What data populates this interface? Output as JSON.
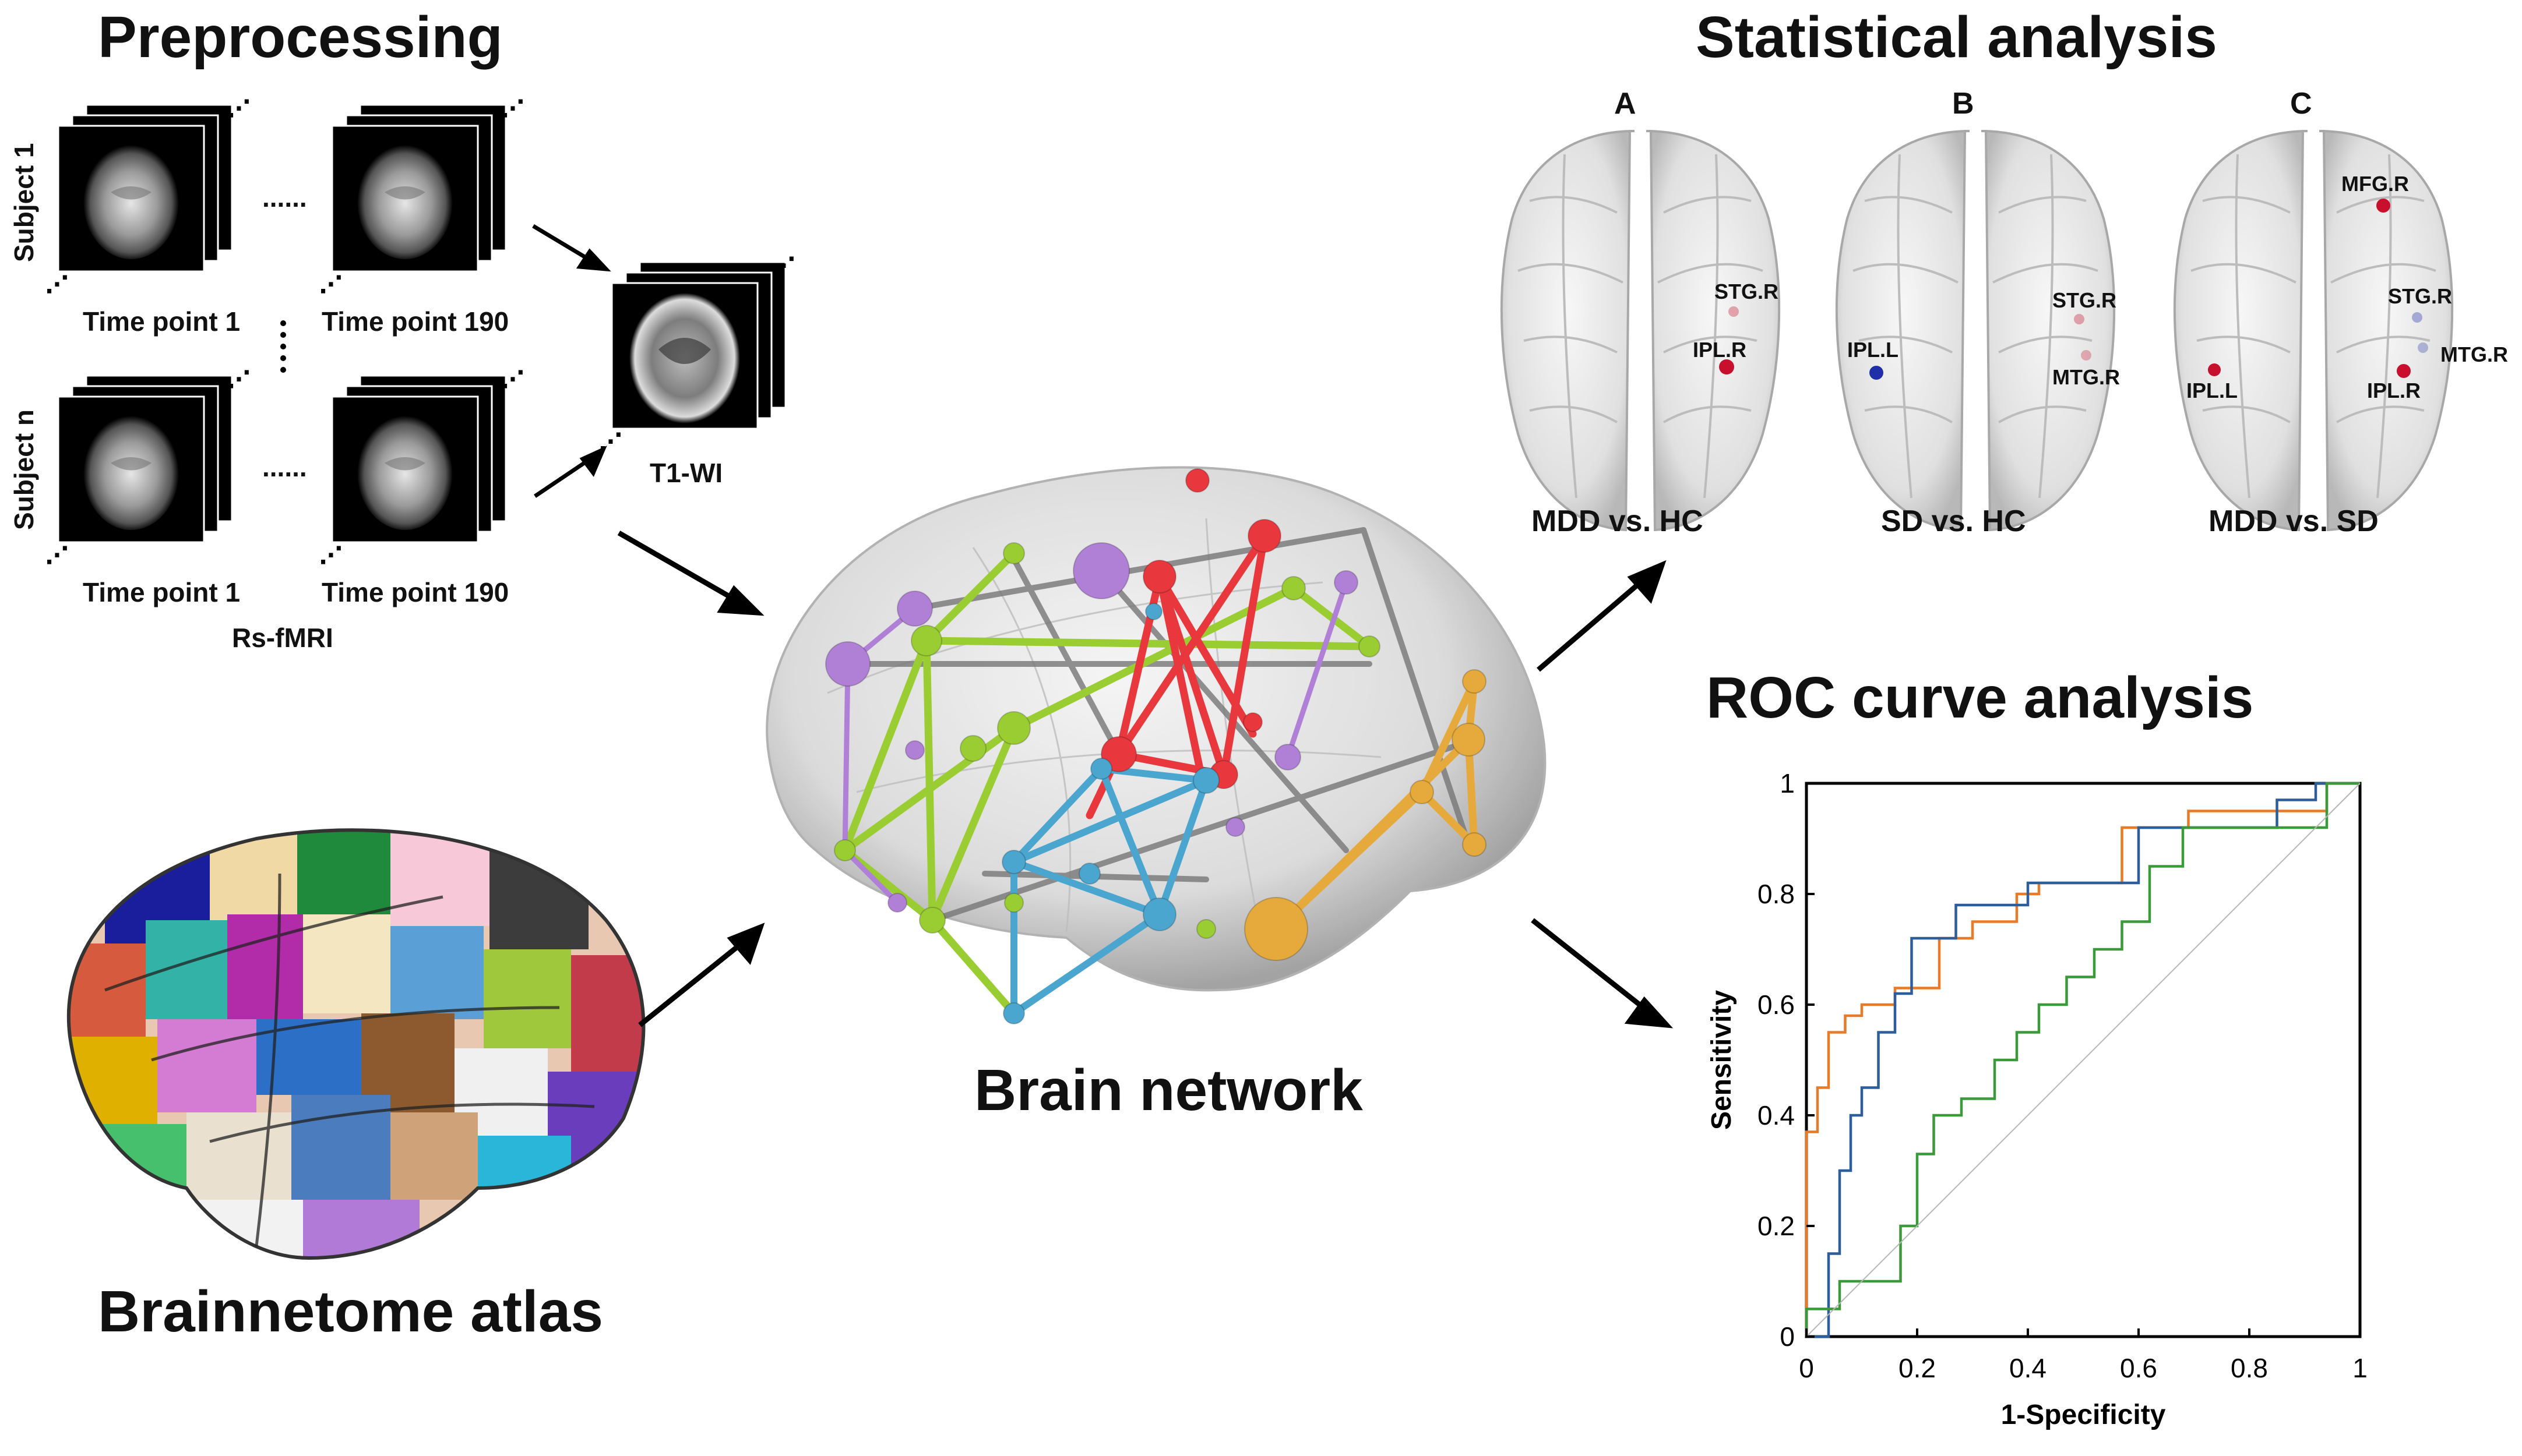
{
  "preprocessing": {
    "title": "Preprocessing",
    "subject_1": "Subject 1",
    "subject_n": "Subject n",
    "time_first": "Time point 1",
    "time_last": "Time point 190",
    "dots": "......",
    "modality": "Rs-fMRI",
    "t1_label": "T1-WI"
  },
  "atlas": {
    "title": "Brainnetome atlas"
  },
  "network": {
    "title": "Brain network",
    "module_colors": [
      "#9acd32",
      "#e8383d",
      "#4aa6cf",
      "#b07fd6",
      "#e6a93b"
    ]
  },
  "statistical": {
    "title": "Statistical analysis",
    "panels": [
      {
        "letter": "A",
        "caption": "MDD vs. HC",
        "regions": [
          "STG.R",
          "IPL.R"
        ]
      },
      {
        "letter": "B",
        "caption": "SD vs. HC",
        "regions": [
          "STG.R",
          "IPL.L",
          "MTG.R"
        ]
      },
      {
        "letter": "C",
        "caption": "MDD vs. SD",
        "regions": [
          "MFG.R",
          "STG.R",
          "MTG.R",
          "IPL.L",
          "IPL.R"
        ]
      }
    ],
    "colors": {
      "increase": "#c8102e",
      "decrease": "#1f2fa8"
    }
  },
  "roc": {
    "title": "ROC curve  analysis",
    "chart_data": {
      "type": "line",
      "xlabel": "1-Specificity",
      "ylabel": "Sensitivity",
      "xlim": [
        0,
        1
      ],
      "ylim": [
        0,
        1
      ],
      "xticks": [
        "0",
        "0.2",
        "0.4",
        "0.6",
        "0.8",
        "1"
      ],
      "yticks": [
        "0",
        "0.2",
        "0.4",
        "0.6",
        "0.8",
        "1"
      ],
      "grid": false,
      "series": [
        {
          "color": "#e87b2a",
          "x": [
            0,
            0,
            0.02,
            0.02,
            0.04,
            0.04,
            0.07,
            0.07,
            0.1,
            0.1,
            0.16,
            0.16,
            0.24,
            0.24,
            0.3,
            0.3,
            0.38,
            0.38,
            0.42,
            0.42,
            0.57,
            0.57,
            0.69,
            0.69,
            0.94,
            0.94,
            1
          ],
          "y": [
            0,
            0.37,
            0.37,
            0.45,
            0.45,
            0.55,
            0.55,
            0.58,
            0.58,
            0.6,
            0.6,
            0.63,
            0.63,
            0.72,
            0.72,
            0.75,
            0.75,
            0.8,
            0.8,
            0.82,
            0.82,
            0.92,
            0.92,
            0.95,
            0.95,
            1,
            1
          ]
        },
        {
          "color": "#2e5e9a",
          "x": [
            0,
            0.04,
            0.04,
            0.06,
            0.06,
            0.08,
            0.08,
            0.1,
            0.1,
            0.13,
            0.13,
            0.16,
            0.16,
            0.19,
            0.19,
            0.27,
            0.27,
            0.4,
            0.4,
            0.6,
            0.6,
            0.85,
            0.85,
            0.92,
            0.92,
            1
          ],
          "y": [
            0,
            0,
            0.15,
            0.15,
            0.3,
            0.3,
            0.4,
            0.4,
            0.45,
            0.45,
            0.55,
            0.55,
            0.62,
            0.62,
            0.72,
            0.72,
            0.78,
            0.78,
            0.82,
            0.82,
            0.92,
            0.92,
            0.97,
            0.97,
            1,
            1
          ]
        },
        {
          "color": "#3a9a3a",
          "x": [
            0,
            0,
            0.06,
            0.06,
            0.17,
            0.17,
            0.2,
            0.2,
            0.23,
            0.23,
            0.28,
            0.28,
            0.34,
            0.34,
            0.38,
            0.38,
            0.42,
            0.42,
            0.47,
            0.47,
            0.52,
            0.52,
            0.57,
            0.57,
            0.62,
            0.62,
            0.68,
            0.68,
            0.94,
            0.94,
            1
          ],
          "y": [
            0,
            0.05,
            0.05,
            0.1,
            0.1,
            0.2,
            0.2,
            0.33,
            0.33,
            0.4,
            0.4,
            0.43,
            0.43,
            0.5,
            0.5,
            0.55,
            0.55,
            0.6,
            0.6,
            0.65,
            0.65,
            0.7,
            0.7,
            0.75,
            0.75,
            0.85,
            0.85,
            0.92,
            0.92,
            1,
            1
          ]
        },
        {
          "color": "#b5b5b5",
          "x": [
            0,
            1
          ],
          "y": [
            0,
            1
          ]
        }
      ]
    }
  }
}
